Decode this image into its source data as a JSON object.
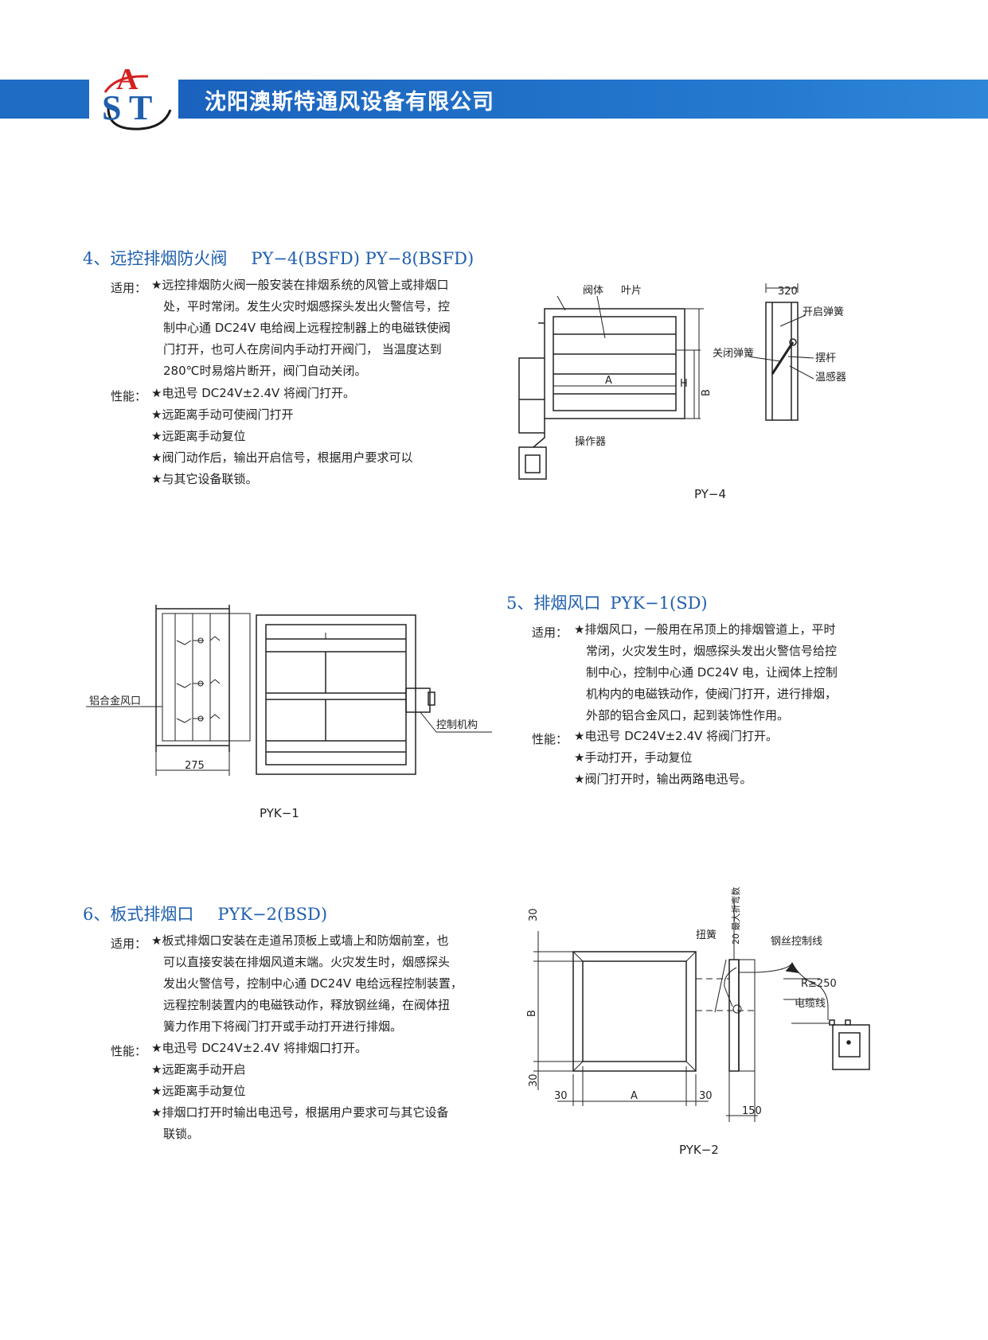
{
  "header": {
    "company": "沈阳澳斯特通风设备有限公司",
    "logo_letters": [
      "A",
      "S",
      "T"
    ]
  },
  "s4": {
    "title": "4、远控排烟防火阀",
    "model": "PY−4(BSFD) PY−8(BSFD)",
    "use_label": "适用：",
    "use_lines": [
      "★远控排烟防火阀一般安装在排烟系统的风管上或排烟口",
      "处，平时常闭。发生火灾时烟感探头发出火警信号，控",
      "制中心通 DC24V 电给阀上远程控制器上的电磁铁使阀",
      "门打开，也可人在房间内手动打开阀门， 当温度达到",
      "280℃时易熔片断开，阀门自动关闭。"
    ],
    "perf_label": "性能：",
    "perf_items": [
      "★电迅号 DC24V±2.4V 将阀门打开。",
      "★远距离手动可使阀门打开",
      "★远距离手动复位",
      "★阀门动作后，输出开启信号，根据用户要求可以",
      "★与其它设备联锁。"
    ],
    "diagram": {
      "body_label": "阀体",
      "blade_label": "叶片",
      "operator_label": "操作器",
      "dim_a": "A",
      "dim_b": "B",
      "dim_h": "H",
      "side_width": "320",
      "open_spring": "开启弹簧",
      "close_spring": "关闭弹簧",
      "lever": "摆杆",
      "sensor": "温感器",
      "caption": "PY−4"
    }
  },
  "s5": {
    "title": "5、排烟风口",
    "model": "PYK−1(SD)",
    "use_label": "适用：",
    "use_lines": [
      "★排烟风口，一般用在吊顶上的排烟管道上，平时",
      "常闭，火灾发生时，烟感探头发出火警信号给控",
      "制中心，控制中心通 DC24V 电，让阀体上控制",
      "机构内的电磁铁动作，使阀门打开，进行排烟，",
      "外部的铝合金风口，起到装饰性作用。"
    ],
    "perf_label": "性能：",
    "perf_items": [
      "★电迅号 DC24V±2.4V 将阀门打开。",
      "★手动打开，手动复位",
      "★阀门打开时，输出两路电迅号。"
    ],
    "diagram": {
      "grille_label": "铝合金风口",
      "control_label": "控制机构",
      "depth": "275",
      "caption": "PYK−1"
    }
  },
  "s6": {
    "title": "6、板式排烟口",
    "model": "PYK−2(BSD)",
    "use_label": "适用：",
    "use_lines": [
      "★板式排烟口安装在走道吊顶板上或墙上和防烟前室，也",
      "可以直接安装在排烟风道末端。火灾发生时，烟感探头",
      "发出火警信号，控制中心通 DC24V 电给远程控制装置，",
      "远程控制装置内的电磁铁动作，释放钢丝绳，在阀体扭",
      "簧力作用下将阀门打开或手动打开进行排烟。"
    ],
    "perf_label": "性能：",
    "perf_items": [
      "★电迅号 DC24V±2.4V 将排烟口打开。",
      "★远距离手动开启",
      "★远距离手动复位",
      "★排烟口打开时输出电迅号，根据用户要求可与其它设备",
      "联锁。"
    ],
    "diagram": {
      "torsion_spring": "扭簧",
      "bend_note": "20 最大折弯数",
      "wire_label": "钢丝控制线",
      "radius": "R≥250",
      "cable_label": "电缆线",
      "dim_30_top": "30",
      "dim_b": "B",
      "dim_30_bottom": "30",
      "dim_30_left": "30",
      "dim_a": "A",
      "dim_30_right": "30",
      "depth": "150",
      "caption": "PYK−2"
    }
  }
}
